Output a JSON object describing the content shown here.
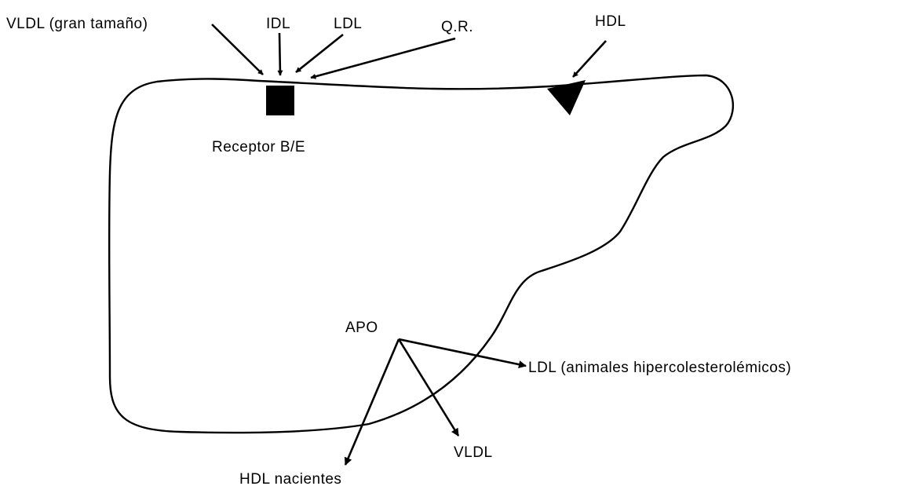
{
  "labels": {
    "vldl_large": "VLDL (gran tamaño)",
    "idl": "IDL",
    "ldl_top": "LDL",
    "qr": "Q.R.",
    "hdl_top": "HDL",
    "receptor": "Receptor B/E",
    "apo": "APO",
    "ldl_animals": "LDL (animales hipercolesterolémicos)",
    "vldl_bottom": "VLDL",
    "hdl_nascent": "HDL nacientes"
  },
  "colors": {
    "ink": "#000000",
    "background": "#ffffff"
  }
}
